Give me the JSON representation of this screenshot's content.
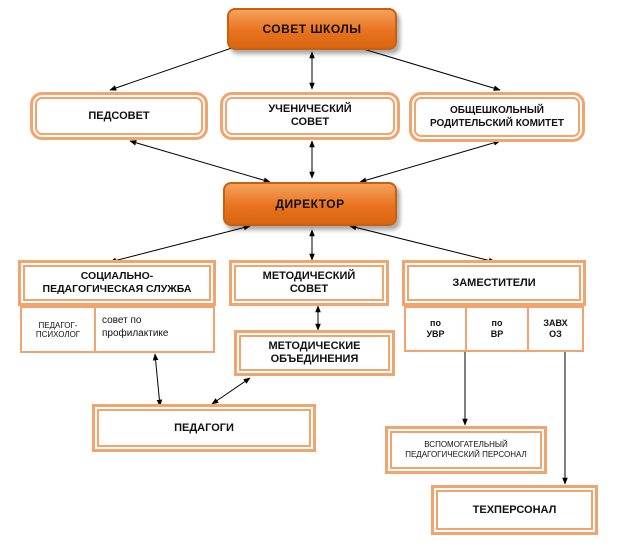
{
  "nodes": {
    "council": "СОВЕТ  ШКОЛЫ",
    "pedsovet": "ПЕДСОВЕТ",
    "student_council": "УЧЕНИЧЕСКИЙ СОВЕТ",
    "parent_committee": "ОБЩЕШКОЛЬНЫЙ РОДИТЕЛЬСКИЙ КОМИТЕТ",
    "director": "ДИРЕКТОР",
    "social_service": "СОЦИАЛЬНО-ПЕДАГОГИЧЕСКАЯ СЛУЖБА",
    "psychologist": "ПЕДАГОГ-ПСИХОЛОГ",
    "prevention_council": "совет по профилактике",
    "methodical_council": "МЕТОДИЧЕСКИЙ СОВЕТ",
    "methodical_unions": "МЕТОДИЧЕСКИЕ ОБЪЕДИНЕНИЯ",
    "deputies": "ЗАМЕСТИТЕЛИ",
    "uvr": "по УВР",
    "vr": "по ВР",
    "zavhoz": "ЗАВХ ОЗ",
    "teachers": "ПЕДАГОГИ",
    "support_staff": "ВСПОМОГАТЕЛЬНЫЙ ПЕДАГОГИЧЕСКИЙ ПЕРСОНАЛ",
    "tech_staff": "ТЕХПЕРСОНАЛ"
  }
}
